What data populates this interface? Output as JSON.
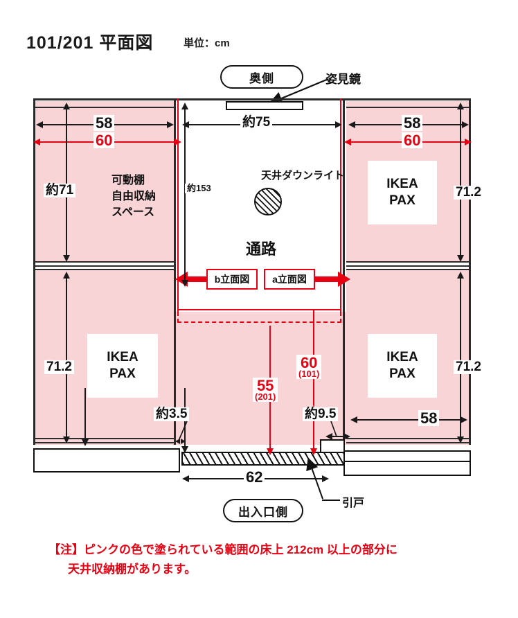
{
  "header": {
    "title": "101/201 平面図",
    "unit": "単位：cm"
  },
  "pills": {
    "top": "奥側",
    "bottom": "出入口側"
  },
  "labels": {
    "mirror": "姿見鏡",
    "downlight": "天井ダウンライト",
    "corridor": "通路",
    "sliding_door": "引戸",
    "left_storage": "可動棚\n自由収納\nスペース",
    "left_storage_line1": "可動棚",
    "left_storage_line2": "自由収納",
    "left_storage_line3": "スペース",
    "pax": "IKEA PAX",
    "pax_line1": "IKEA",
    "pax_line2": "PAX",
    "elev_b": "b立面図",
    "elev_a": "a立面図"
  },
  "dimensions": {
    "top_left_black": "58",
    "top_left_red": "60",
    "top_center": "約75",
    "top_right_black": "58",
    "top_right_red": "60",
    "left_upper": "約71",
    "left_lower": "71.2",
    "center_depth": "約153",
    "right_upper": "71.2",
    "right_lower": "71.2",
    "center_red_55": "55",
    "center_red_55_sub": "(201)",
    "center_red_60": "60",
    "center_red_60_sub": "(101)",
    "left_small": "約3.5",
    "right_small": "約9.5",
    "bottom_center": "62",
    "bottom_right": "58"
  },
  "note": {
    "line1": "【注】ピンクの色で塗られている範囲の床上 212cm 以上の部分に",
    "line2": "天井収納棚があります。"
  },
  "colors": {
    "pink": "#f9d4d7",
    "red": "#e60012",
    "ink": "#1a1a1a"
  }
}
